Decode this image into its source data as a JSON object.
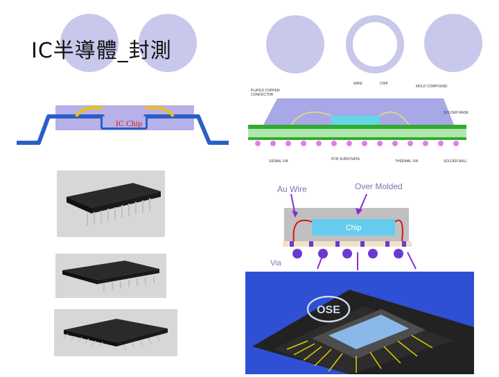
{
  "slide": {
    "title": "IC半導體_封測"
  },
  "leadframe_package": {
    "chip_label": "IC Chip"
  },
  "bga_cross_section": {
    "labels": {
      "plated_copper": "PLATED COPPER",
      "conductor": "CONDUCTOR",
      "wire": "WIRE",
      "chip": "CHIP",
      "mold_compound": "MOLD COMPOUND",
      "solder_mask": "SOLDER MASK",
      "signal_via": "SIGNAL VIA",
      "pcb_substrate": "PCB SUBSTRATE",
      "thermal_via": "THERMAL VIA",
      "solder_ball": "SOLDER BALL"
    }
  },
  "simplified_diagram": {
    "au_wire_label": "Au Wire",
    "over_molded_label": "Over Molded",
    "chip_label": "Chip",
    "via_label": "Via"
  },
  "render_logo": {
    "text": "OSE"
  },
  "colors": {
    "decor_circle": "#c8c8ec",
    "leadframe_blue": "#2b5fc7",
    "chip_label_red": "#e01010",
    "arrow_purple": "#8a2bd0",
    "callout_label": "#7676b0"
  }
}
